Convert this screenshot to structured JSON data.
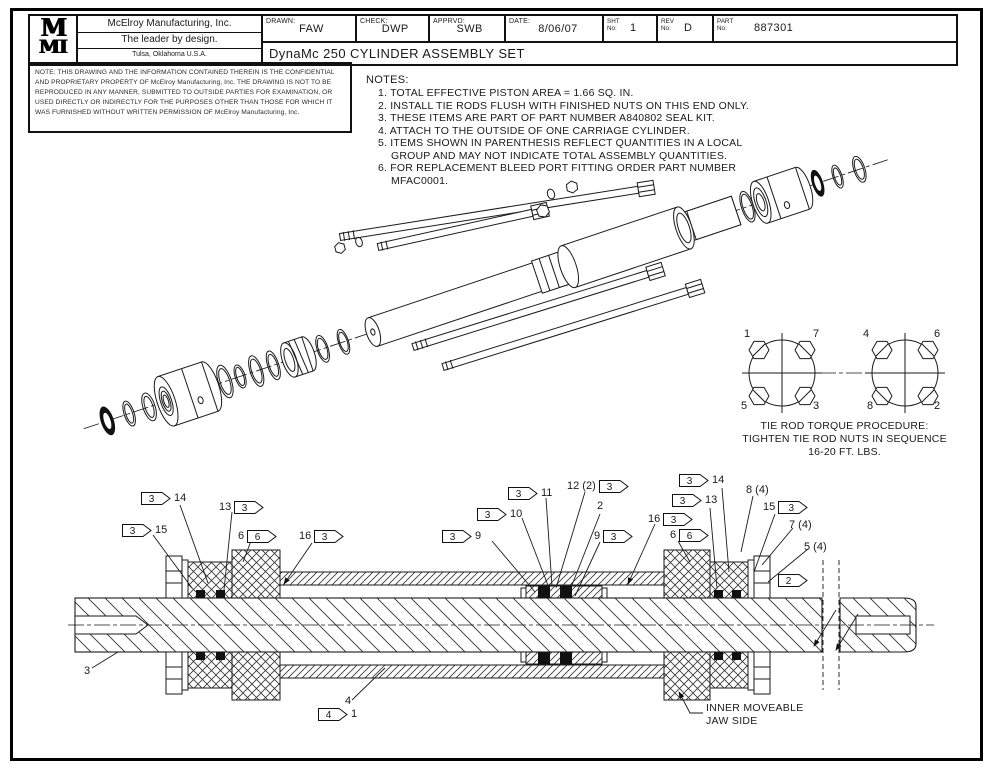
{
  "title_block": {
    "logo": {
      "line1": "M",
      "line2": "MI"
    },
    "company": "McElroy Manufacturing, Inc.",
    "tagline": "The leader by design.",
    "location": "Tulsa, Oklahoma U.S.A.",
    "drawn_label": "DRAWN:",
    "drawn": "FAW",
    "check_label": "CHECK:",
    "check": "DWP",
    "apprvd_label": "APPRVD:",
    "apprvd": "SWB",
    "date_label": "DATE:",
    "date": "8/06/07",
    "sht_label": "SHT",
    "sht_sub": "No:",
    "sht": "1",
    "rev_label": "REV",
    "rev_sub": "No:",
    "rev": "D",
    "part_label": "PART",
    "part_sub": "No:",
    "part": "887301",
    "drawing_title": "DynaMc 250 CYLINDER ASSEMBLY SET"
  },
  "disclaimer": "NOTE: THIS DRAWING AND THE INFORMATION CONTAINED THEREIN IS THE CONFIDENTIAL AND PROPRIETARY PROPERTY OF McElroy Manufacturing, Inc. THE DRAWING IS NOT TO BE REPRODUCED IN ANY MANNER, SUBMITTED TO OUTSIDE PARTIES FOR EXAMINATION, OR USED DIRECTLY OR INDIRECTLY FOR THE PURPOSES OTHER THAN THOSE FOR WHICH IT WAS FURNISHED WITHOUT WRITTEN PERMISSION OF McElroy Manufacturing, Inc.",
  "notes": {
    "heading": "NOTES:",
    "items": [
      "1. TOTAL EFFECTIVE PISTON AREA = 1.66 SQ. IN.",
      "2. INSTALL TIE RODS FLUSH WITH FINISHED NUTS ON THIS END ONLY.",
      "3. THESE ITEMS ARE PART OF PART NUMBER A840802 SEAL KIT.",
      "4. ATTACH TO THE OUTSIDE OF ONE CARRIAGE CYLINDER.",
      "5. ITEMS SHOWN IN PARENTHESIS REFLECT QUANTITIES IN A LOCAL GROUP AND MAY NOT INDICATE TOTAL ASSEMBLY QUANTITIES.",
      "6. FOR REPLACEMENT BLEED PORT FITTING ORDER PART NUMBER MFAC0001."
    ]
  },
  "torque": {
    "sequence_left": {
      "tl": "1",
      "tr": "7",
      "bl": "5",
      "br": "3"
    },
    "sequence_right": {
      "tl": "4",
      "tr": "6",
      "bl": "8",
      "br": "2"
    },
    "caption1": "TIE ROD TORQUE PROCEDURE:",
    "caption2": "TIGHTEN TIE ROD NUTS IN SEQUENCE",
    "caption3": "16-20 FT. LBS."
  },
  "callouts": [
    {
      "flag": "3",
      "label": "14"
    },
    {
      "label": "13",
      "flag": "3"
    },
    {
      "flag": "3",
      "label": "15"
    },
    {
      "label": "6",
      "flag": "6"
    },
    {
      "label": "16",
      "flag": "3"
    },
    {
      "flag": "3",
      "label": "11"
    },
    {
      "label": "12 (2)",
      "flag": "3"
    },
    {
      "flag": "3",
      "label": "10"
    },
    {
      "label": "2"
    },
    {
      "flag": "3",
      "label": "9"
    },
    {
      "label": "9",
      "flag": "3"
    },
    {
      "label": "16",
      "flag": "3"
    },
    {
      "label": "6",
      "flag": "6"
    },
    {
      "flag": "3",
      "label": "14"
    },
    {
      "flag": "3",
      "label": "13"
    },
    {
      "label": "8 (4)"
    },
    {
      "label": "15",
      "flag": "3"
    },
    {
      "label": "7 (4)"
    },
    {
      "label": "5 (4)"
    },
    {
      "flag": "2"
    },
    {
      "label": "3"
    },
    {
      "label": "4"
    },
    {
      "flag": "4",
      "label": "1"
    }
  ],
  "jaw_label": {
    "line1": "INNER MOVEABLE",
    "line2": "JAW SIDE"
  }
}
